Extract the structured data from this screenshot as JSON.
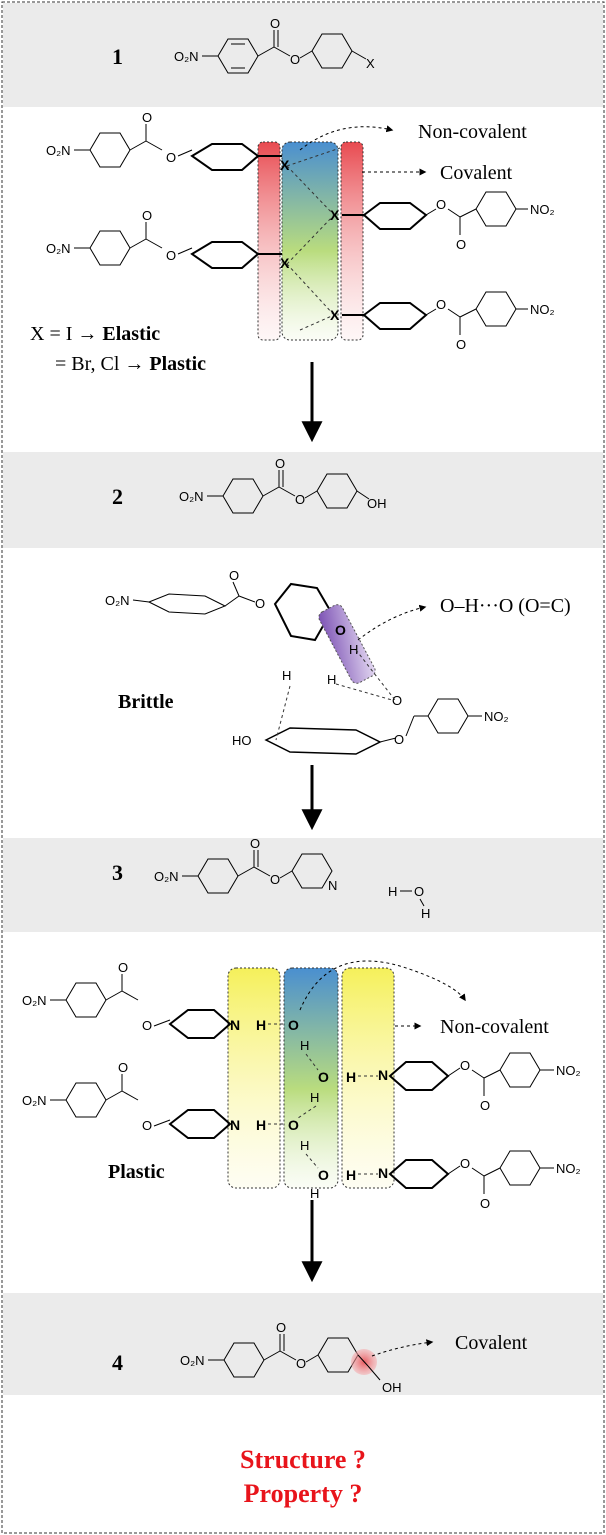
{
  "panels": [
    {
      "number": "1",
      "x_atom": "X"
    },
    {
      "number": "2"
    },
    {
      "number": "3"
    },
    {
      "number": "4"
    }
  ],
  "atoms": {
    "no2_left": "O₂N",
    "no2_right": "NO₂",
    "o": "O",
    "h": "H",
    "oh": "OH",
    "ho": "HO",
    "n": "N",
    "x": "X",
    "water_h": "H",
    "water_o": "O"
  },
  "labels": {
    "non_covalent": "Non-covalent",
    "covalent": "Covalent",
    "x_i_elastic_prefix": "X = I → ",
    "x_i_elastic_word": "Elastic",
    "x_br_plastic_prefix": "= Br, Cl → ",
    "x_br_plastic_word": "Plastic",
    "hbond": "O–H···O (O=C)",
    "brittle": "Brittle",
    "plastic": "Plastic",
    "non_covalent_3": "Non-covalent",
    "covalent_4": "Covalent"
  },
  "question": {
    "structure": "Structure ?",
    "property": "Property ?"
  },
  "colors": {
    "panel_header": "#ebebeb",
    "red_band": "#e84a50",
    "blue_band": "#4a8fd0",
    "green_band": "#b9dc7e",
    "yellow_band": "#f5f05a",
    "purple": "#8a5bbf",
    "question_red": "#e8141b"
  }
}
